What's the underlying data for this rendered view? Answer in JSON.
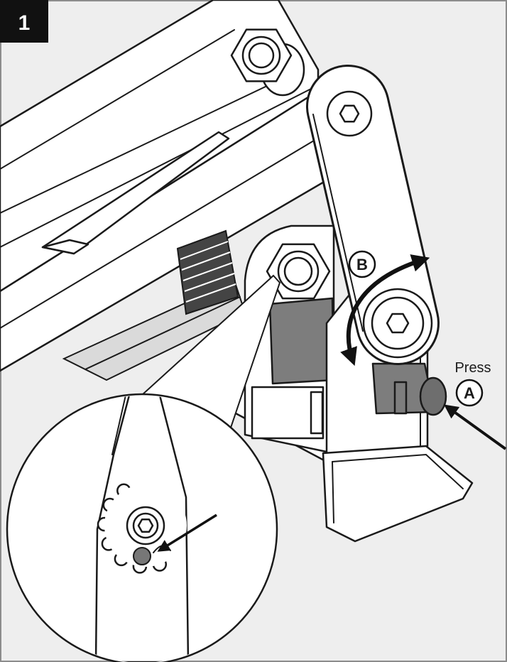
{
  "step": {
    "number": "1"
  },
  "callouts": {
    "press_label": "Press",
    "a": {
      "label": "A"
    },
    "b": {
      "label": "B"
    }
  },
  "colors": {
    "background": "#eeeeee",
    "line": "#1a1a1a",
    "part": "#ffffff",
    "gray_part": "#7d7d7d",
    "step_box": "#111111"
  }
}
